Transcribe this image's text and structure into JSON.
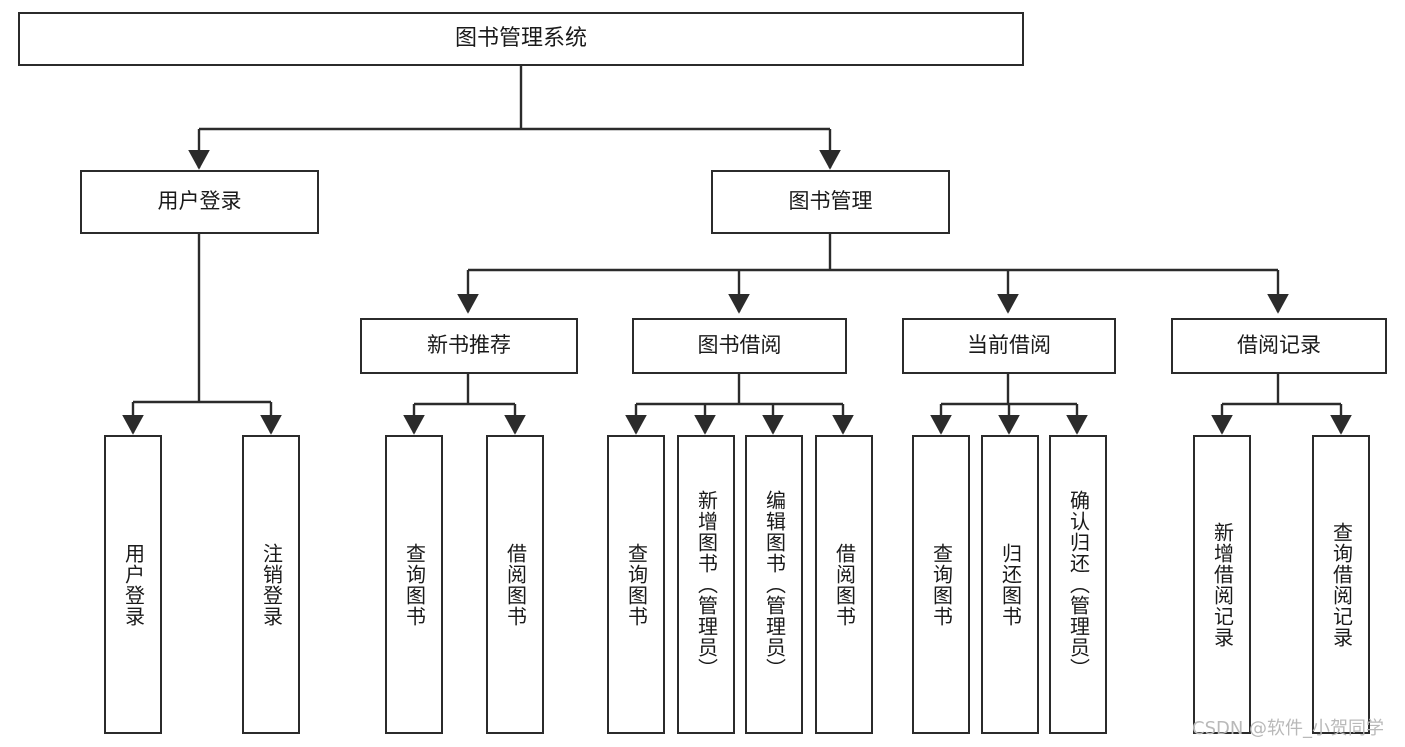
{
  "diagram": {
    "title": "图书管理系统",
    "type": "tree-hierarchy",
    "background_color": "#ffffff",
    "line_color": "#2b2b2b",
    "box_border_color": "#2b2b2b",
    "box_fill_color": "#ffffff",
    "text_color": "#1a1a1a"
  },
  "root": {
    "label": "图书管理系统"
  },
  "level2": [
    {
      "label": "用户登录"
    },
    {
      "label": "图书管理"
    }
  ],
  "level3": [
    {
      "label": "新书推荐"
    },
    {
      "label": "图书借阅"
    },
    {
      "label": "当前借阅"
    },
    {
      "label": "借阅记录"
    }
  ],
  "leaves": {
    "user_login": [
      {
        "label": "用户登录"
      },
      {
        "label": "注销登录"
      }
    ],
    "new_book_recommend": [
      {
        "label": "查询图书"
      },
      {
        "label": "借阅图书"
      }
    ],
    "book_borrow": [
      {
        "label": "查询图书"
      },
      {
        "label": "新增图书（管理员）"
      },
      {
        "label": "编辑图书（管理员）"
      },
      {
        "label": "借阅图书"
      }
    ],
    "current_borrow": [
      {
        "label": "查询图书"
      },
      {
        "label": "归还图书"
      },
      {
        "label": "确认归还（管理员）"
      }
    ],
    "borrow_record": [
      {
        "label": "新增借阅记录"
      },
      {
        "label": "查询借阅记录"
      }
    ]
  },
  "watermark": {
    "text": "CSDN @软件_小贺同学"
  }
}
